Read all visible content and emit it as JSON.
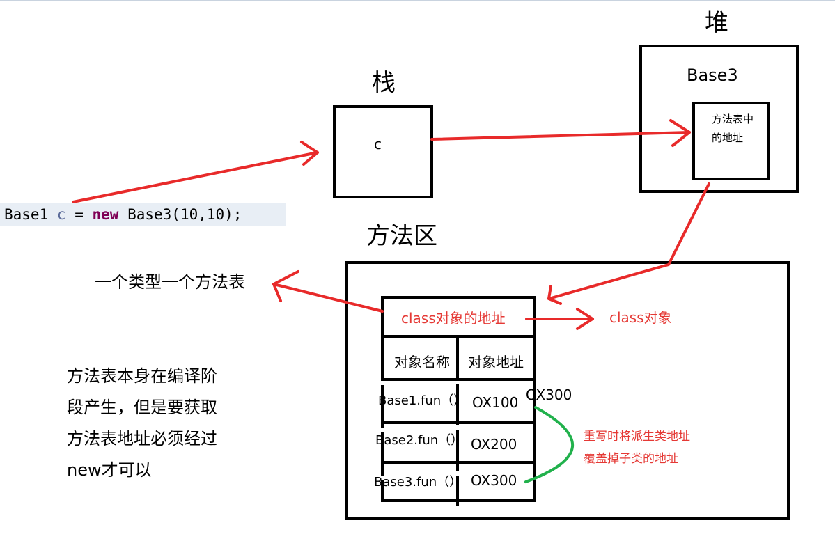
{
  "code": {
    "type_name": "Base1",
    "var_name": "c",
    "op": "=",
    "keyword": "new",
    "ctor_call": "Base3(10,10);"
  },
  "stack": {
    "title": "栈",
    "var": "c"
  },
  "heap": {
    "title": "堆",
    "object_name": "Base3",
    "inner_line1": "方法表中",
    "inner_line2": "的地址"
  },
  "method_area": {
    "title": "方法区",
    "class_addr": "class对象的地址",
    "class_object": "class对象",
    "col_name": "对象名称",
    "col_addr": "对象地址",
    "rows": [
      {
        "name": "Base1.fun（）",
        "addr": "OX100"
      },
      {
        "name": "Base2.fun（）",
        "addr": "OX200"
      },
      {
        "name": "Base3.fun（）",
        "addr": "OX300"
      }
    ],
    "override_addr": "OX300",
    "override_note_line1": "重写时将派生类地址",
    "override_note_line2": "覆盖掉子类的地址"
  },
  "one_table_label": "一个类型一个方法表",
  "note_lines": [
    "方法表本身在编译阶",
    "段产生，但是要获取",
    "方法表地址必须经过",
    "new才可以"
  ],
  "colors": {
    "arrow": "#e82a2a",
    "override_curve": "#21b14c",
    "code_bg": "#e8eef5",
    "keyword": "#7f0055"
  }
}
